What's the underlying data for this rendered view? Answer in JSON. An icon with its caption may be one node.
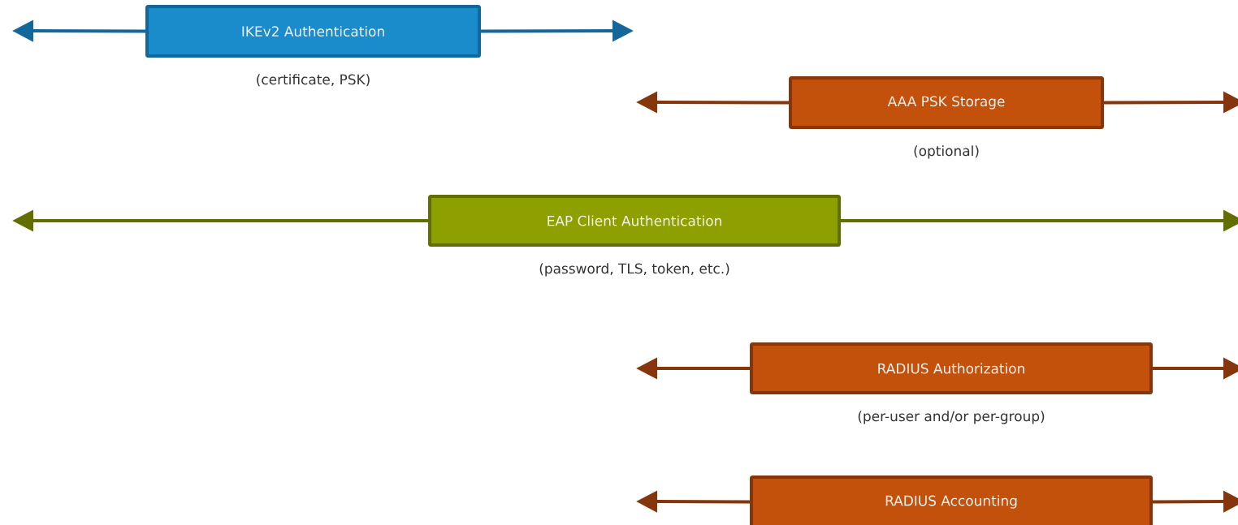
{
  "diagram": {
    "nodes": [
      {
        "text": [
          "IKEv2 Authentication"
        ],
        "beside": [
          "(certificate, PSK)"
        ]
      },
      {
        "text": [
          "AAA PSK Storage"
        ],
        "beside": [
          "(optional)"
        ]
      },
      {
        "text": [
          "EAP Client Authentication"
        ],
        "beside": [
          "(password, TLS, token, etc.)"
        ]
      },
      {
        "text": [
          "RADIUS Authorization"
        ],
        "beside": [
          "(per-user and/or per-group)"
        ]
      },
      {
        "text": [
          "RADIUS Accounting"
        ]
      }
    ],
    "edges": [
      {
        "from": 0,
        "to": null,
        "arrow": "to",
        "color": "#15679a"
      },
      {
        "from": 0,
        "to": null,
        "arrow": "to",
        "color": "#15679a"
      },
      {
        "from": 1,
        "to": null,
        "arrow": "to"
      },
      {
        "from": 1,
        "to": null,
        "arrow": "to"
      },
      {
        "from": 2,
        "to": null,
        "arrow": "to",
        "color": "#636e00"
      },
      {
        "from": 2,
        "to": null,
        "arrow": "to",
        "color": "#636e00"
      },
      {
        "from": 3,
        "to": null,
        "arrow": "to"
      },
      {
        "from": 3,
        "to": null,
        "arrow": "to"
      },
      {
        "from": 4,
        "to": null,
        "arrow": "to"
      },
      {
        "from": 4,
        "to": null,
        "arrow": "to"
      }
    ]
  }
}
